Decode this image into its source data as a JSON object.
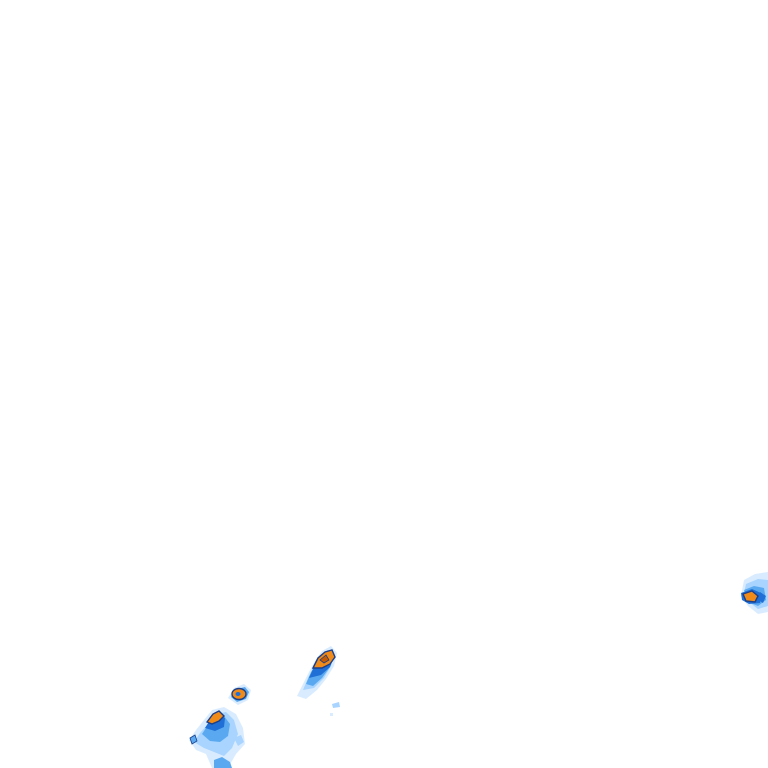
{
  "map": {
    "type": "radar-precipitation-tile",
    "background": "#ffffff",
    "palette": {
      "very_light": "#d9ecff",
      "light": "#a8d4ff",
      "medium": "#5aa9f0",
      "heavy": "#1f6fd6",
      "core_outline": "#1b3f8a",
      "core_fill": "#f08a18",
      "core_center": "#c85a00"
    },
    "cells": [
      {
        "id": "cell-a",
        "intensity": "heavy-core",
        "region": "east-edge"
      },
      {
        "id": "cell-b",
        "intensity": "heavy-core",
        "region": "south-center"
      },
      {
        "id": "cell-c",
        "intensity": "heavy-core",
        "region": "south-west"
      },
      {
        "id": "cell-d",
        "intensity": "moderate",
        "region": "south-west-lower"
      }
    ]
  }
}
